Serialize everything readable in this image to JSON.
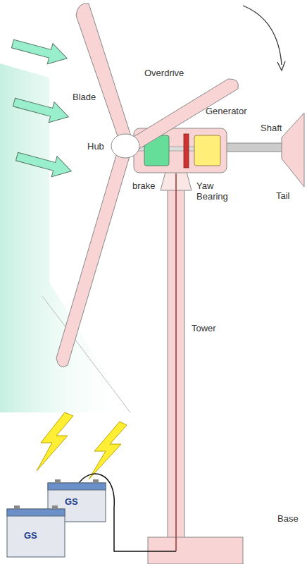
{
  "diagram": {
    "labels": [
      "Overdrive",
      "Blade",
      "Generator",
      "Shaft",
      "Hub",
      "brake",
      "Yaw Bearing",
      "Tail",
      "Tower",
      "GS",
      "Base",
      "GS"
    ]
  }
}
